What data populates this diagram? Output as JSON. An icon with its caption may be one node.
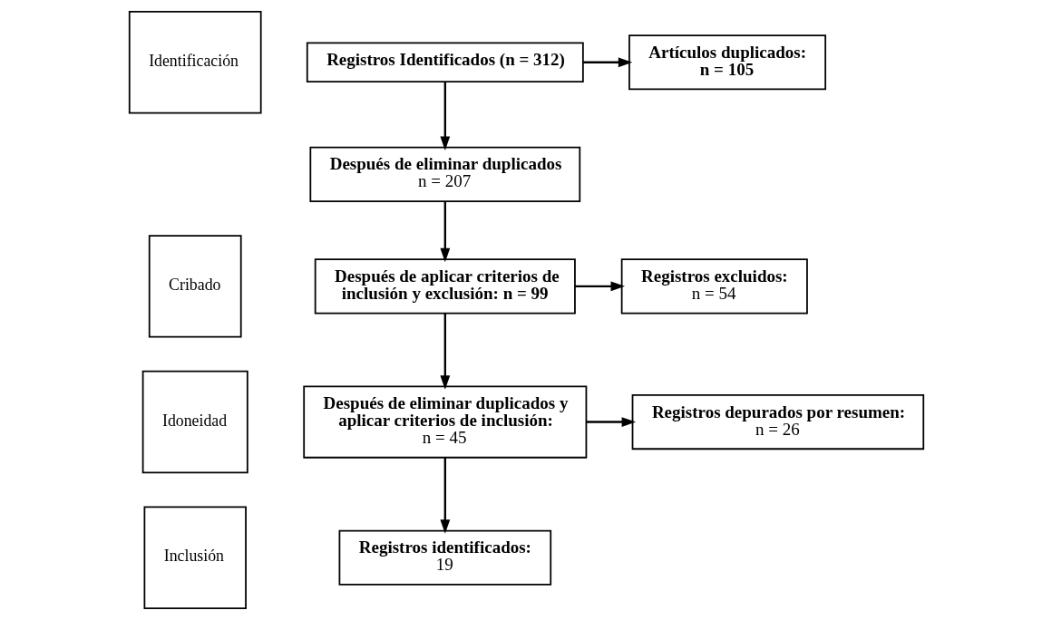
{
  "diagram": {
    "nodes": [
      {
        "text": [
          "Identificación"
        ]
      },
      {
        "text": [
          "Registros Identificados (n = 312)"
        ]
      },
      {
        "text": [
          "Artículos duplicados:",
          "n = 105"
        ]
      },
      {
        "text": [
          "Después de eliminar duplicados",
          "n = 207"
        ]
      },
      {
        "text": [
          "Cribado"
        ]
      },
      {
        "text": [
          "Después de aplicar criterios de inclusión y exclusión: n = 99"
        ]
      },
      {
        "text": [
          "Registros excluidos:",
          "n = 54"
        ]
      },
      {
        "text": [
          "Idoneidad"
        ]
      },
      {
        "text": [
          "Después de eliminar duplicados y aplicar criterios de inclusión:",
          "n = 45"
        ]
      },
      {
        "text": [
          "Registros depurados por resumen:",
          "n = 26"
        ]
      },
      {
        "text": [
          "Inclusión"
        ]
      },
      {
        "text": [
          "Registros identificados:",
          "19"
        ]
      }
    ],
    "edges": [
      {
        "from": 1,
        "to": 2,
        "arrow": "to"
      },
      {
        "from": 1,
        "to": 3,
        "arrow": "to"
      },
      {
        "from": 3,
        "to": 5,
        "arrow": "to"
      },
      {
        "from": 5,
        "to": 6,
        "arrow": "to"
      },
      {
        "from": 5,
        "to": 8,
        "arrow": "to"
      },
      {
        "from": 8,
        "to": 9,
        "arrow": "to"
      },
      {
        "from": 8,
        "to": 11,
        "arrow": "to"
      }
    ]
  }
}
